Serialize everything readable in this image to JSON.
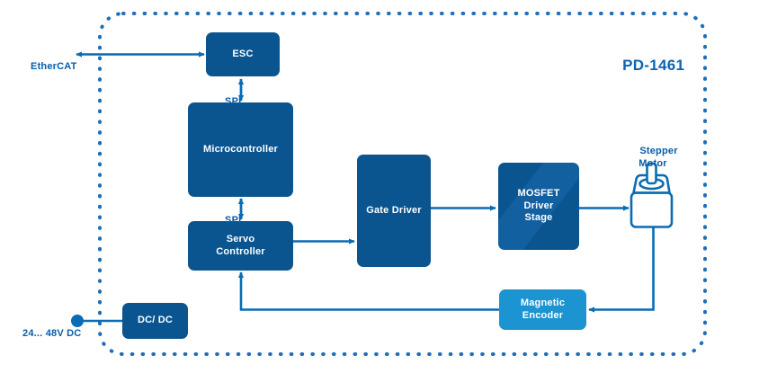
{
  "diagram": {
    "title": "PD-1461",
    "enclosure": {
      "style": "dotted-rounded-border",
      "color": "#1b6fbd"
    },
    "palette": {
      "dark_blue": "#0a5590",
      "light_blue": "#1c94d2",
      "line_blue": "#0a6cb4",
      "text_blue": "#0a5da8",
      "white": "#ffffff"
    },
    "blocks": [
      {
        "id": "esc",
        "label": "ESC",
        "fill": "dark_blue"
      },
      {
        "id": "mcu",
        "label": "Microcontroller",
        "fill": "dark_blue"
      },
      {
        "id": "servo",
        "label": "Servo\nController",
        "fill": "dark_blue"
      },
      {
        "id": "gate",
        "label": "Gate Driver",
        "fill": "dark_blue"
      },
      {
        "id": "mosfet",
        "label": "MOSFET\nDriver\nStage",
        "fill": "dark_blue"
      },
      {
        "id": "encoder",
        "label": "Magnetic\nEncoder",
        "fill": "light_blue"
      },
      {
        "id": "dcdc",
        "label": "DC/ DC",
        "fill": "dark_blue"
      }
    ],
    "labels": {
      "ethercat": "EtherCAT",
      "power_in": "24... 48V DC",
      "spi_top": "SPI",
      "spi_bottom": "SPI",
      "stepper_motor": "Stepper\nMotor"
    },
    "connections": [
      {
        "from": "ethercat-port",
        "to": "esc",
        "type": "bidirectional"
      },
      {
        "from": "esc",
        "to": "mcu",
        "type": "bidirectional",
        "label": "SPI"
      },
      {
        "from": "mcu",
        "to": "servo",
        "type": "bidirectional",
        "label": "SPI"
      },
      {
        "from": "servo",
        "to": "gate",
        "type": "arrow"
      },
      {
        "from": "gate",
        "to": "mosfet",
        "type": "arrow"
      },
      {
        "from": "mosfet",
        "to": "motor",
        "type": "arrow"
      },
      {
        "from": "motor",
        "to": "encoder",
        "type": "arrow"
      },
      {
        "from": "encoder",
        "to": "servo",
        "type": "arrow"
      },
      {
        "from": "power-port",
        "to": "dcdc",
        "type": "line"
      }
    ]
  }
}
